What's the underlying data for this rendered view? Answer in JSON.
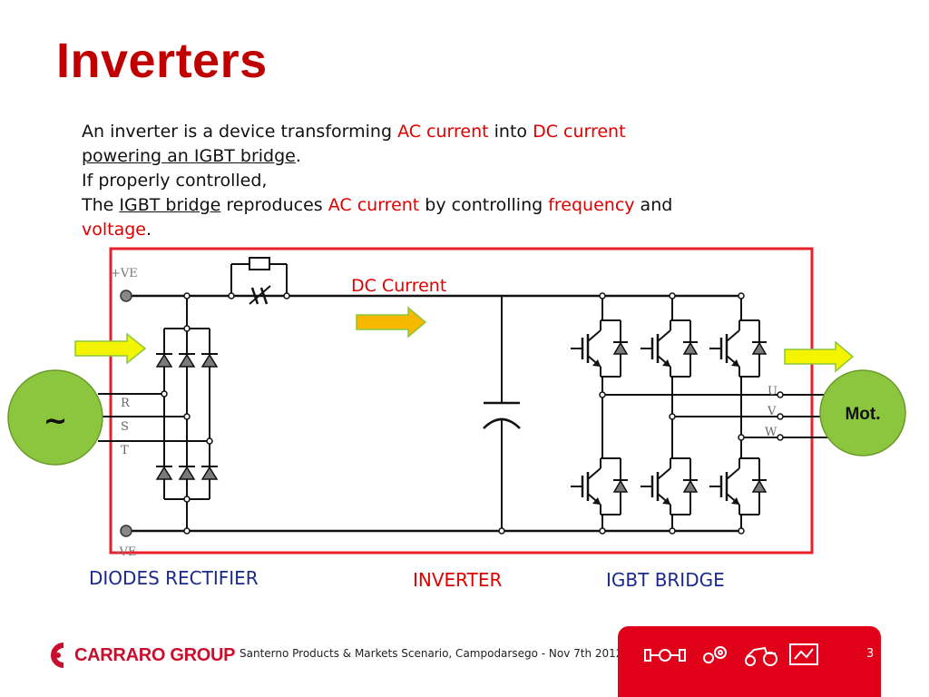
{
  "slide": {
    "title": "Inverters",
    "paragraph": {
      "l1_a": "An inverter is a device transforming ",
      "l1_b": "AC current",
      "l1_c": " into ",
      "l1_d": "DC current",
      "l2_a": "powering an IGBT bridge",
      "l2_b": ".",
      "l3": "If properly controlled,",
      "l4_a": "The ",
      "l4_b": "IGBT bridge",
      "l4_c": " reproduces ",
      "l4_d": "AC current",
      "l4_e": " by controlling ",
      "l4_f": "frequency",
      "l4_g": " and",
      "l5_a": "voltage",
      "l5_b": "."
    }
  },
  "diagram": {
    "pos_label": "+VE",
    "neg_label": "-VE",
    "dc_label": "DC Current",
    "source_symbol": "~",
    "phase_in": [
      "R",
      "S",
      "T"
    ],
    "phase_out": [
      "U",
      "V",
      "W"
    ],
    "motor_label": "Mot."
  },
  "captions": {
    "rectifier": "DIODES RECTIFIER",
    "inverter": "INVERTER",
    "igbt": "IGBT BRIDGE"
  },
  "footer": {
    "brand": "CARRARO GROUP",
    "text": "Santerno Products & Markets Scenario, Campodarsego - Nov 7th 2012",
    "page": "3",
    "icons": [
      "axle-icon",
      "gears-icon",
      "tractor-icon",
      "electronics-icon"
    ]
  },
  "colors": {
    "title": "#c00000",
    "highlight": "#e00000",
    "frame": "#e8202a",
    "arrow_fill": "#f4f400",
    "dc_arrow_fill": "#f7b800",
    "source_fill": "#8cc63f",
    "footer_panel": "#e0001a",
    "caption_blue": "#1a2a8a"
  }
}
